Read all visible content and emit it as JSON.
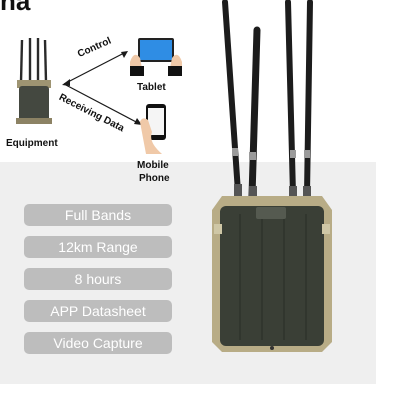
{
  "header": {
    "title_fragment": "na"
  },
  "diagram": {
    "equipment_label": "Equipment",
    "control_label": "Control",
    "receiving_label": "Receiving Data",
    "tablet_label": "Tablet",
    "phone_label_line1": "Mobile",
    "phone_label_line2": "Phone"
  },
  "features": [
    {
      "label": "Full Bands"
    },
    {
      "label": "12km Range"
    },
    {
      "label": "8 hours"
    },
    {
      "label": "APP Datasheet"
    },
    {
      "label": "Video Capture"
    }
  ],
  "colors": {
    "panel": "#efefef",
    "pill": "#bdbdbd",
    "device_body": "#3a3f36",
    "device_frame": "#b8ac86",
    "antenna": "#1c1c1c"
  },
  "icons": [
    "equipment-icon",
    "tablet-icon",
    "phone-icon",
    "control-arrow-icon",
    "receive-arrow-icon"
  ]
}
